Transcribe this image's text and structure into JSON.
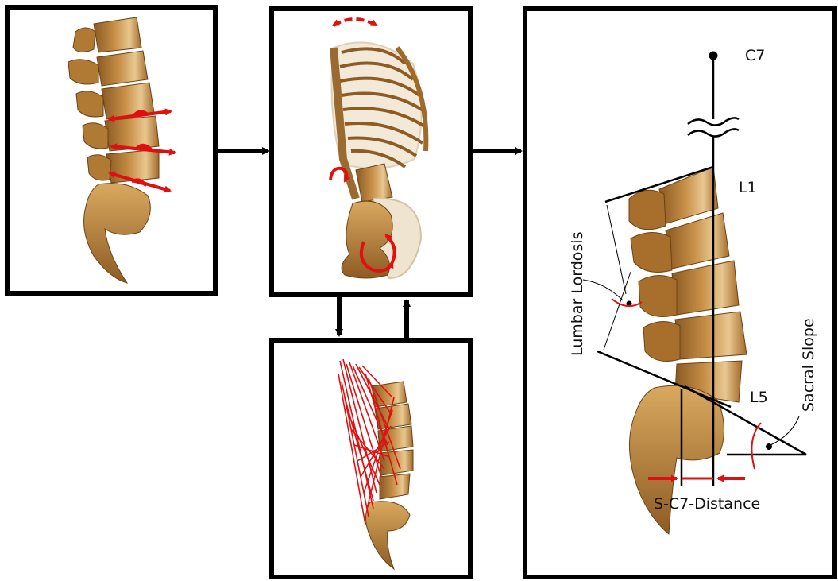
{
  "labels": {
    "c7": "C7",
    "l1": "L1",
    "l5": "L5",
    "lumbar_lordosis": "Lumbar Lordosis",
    "sacral_slope": "Sacral Slope",
    "s_c7_distance": "S-C7-Distance"
  },
  "colors": {
    "bone": "#b8803a",
    "bone_light": "#e6c690",
    "bone_dark": "#7a4f1c",
    "annotation_red": "#e01010",
    "frame": "#000000"
  }
}
